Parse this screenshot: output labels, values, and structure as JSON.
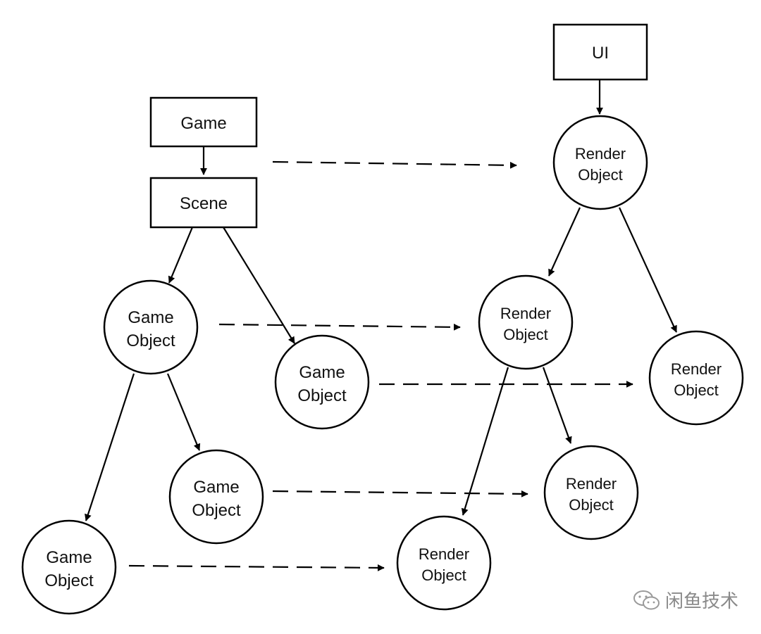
{
  "diagram": {
    "nodes": {
      "game": {
        "line1": "Game"
      },
      "scene": {
        "line1": "Scene"
      },
      "ui": {
        "line1": "UI"
      },
      "go_1": {
        "line1": "Game",
        "line2": "Object"
      },
      "go_2": {
        "line1": "Game",
        "line2": "Object"
      },
      "go_3": {
        "line1": "Game",
        "line2": "Object"
      },
      "go_4": {
        "line1": "Game",
        "line2": "Object"
      },
      "ro_1": {
        "line1": "Render",
        "line2": "Object"
      },
      "ro_2": {
        "line1": "Render",
        "line2": "Object"
      },
      "ro_3": {
        "line1": "Render",
        "line2": "Object"
      },
      "ro_4": {
        "line1": "Render",
        "line2": "Object"
      },
      "ro_5": {
        "line1": "Render",
        "line2": "Object"
      }
    }
  },
  "watermark": {
    "text": "闲鱼技术",
    "icon": "wechat-icon"
  }
}
